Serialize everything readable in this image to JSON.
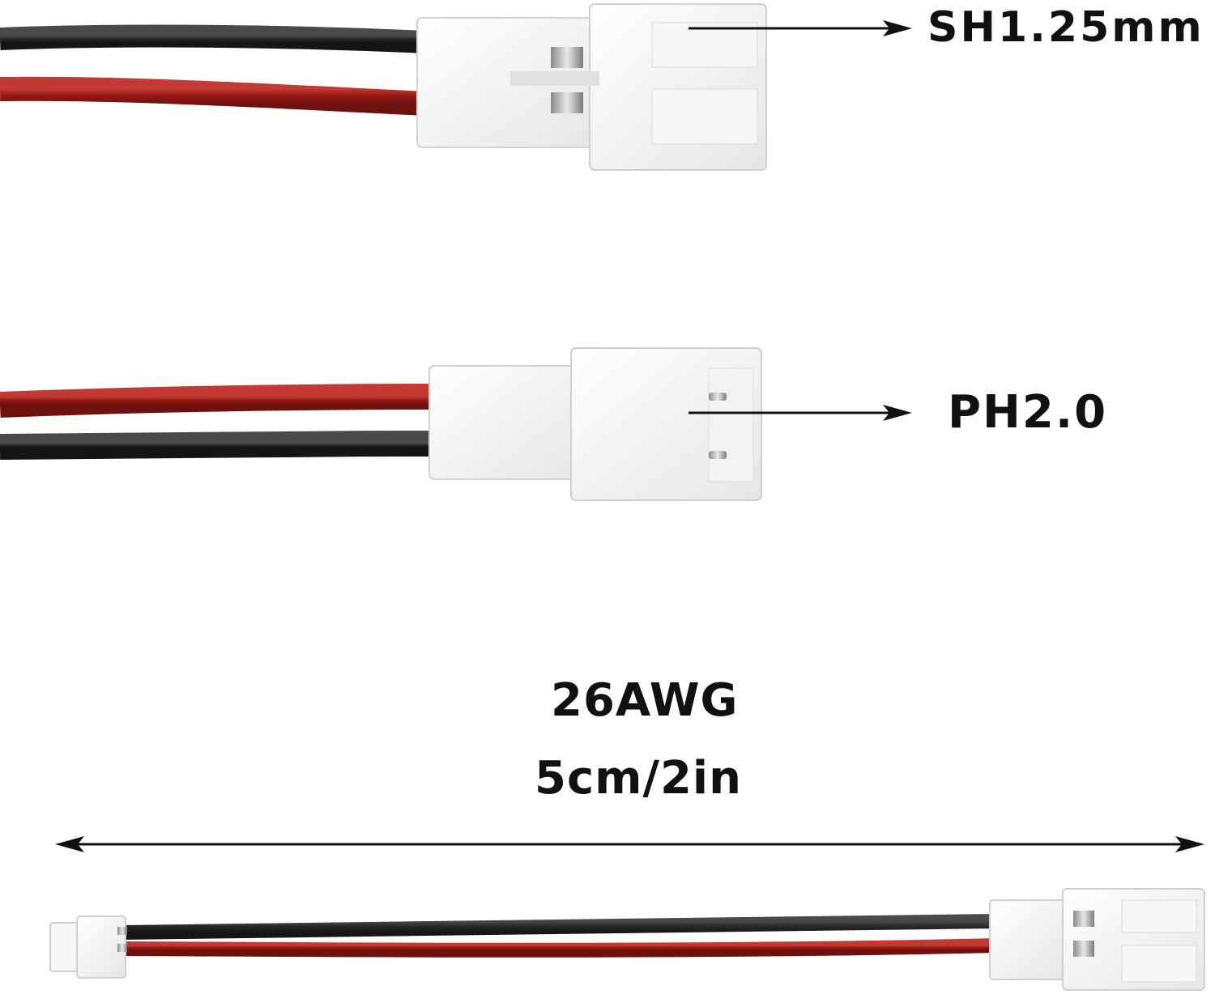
{
  "labels": {
    "connector_top": "SH1.25mm",
    "connector_middle": "PH2.0",
    "wire_gauge": "26AWG",
    "length": "5cm/2in"
  },
  "colors": {
    "wire_black": "#2b2b2d",
    "wire_red": "#9a1b16",
    "connector_white": "#f4f4f4",
    "pin_metal": "#b8b8b8",
    "arrow": "#111111"
  },
  "icons": {
    "pointer_arrow": "arrow-right-icon",
    "dimension_arrow": "double-arrow-icon"
  }
}
